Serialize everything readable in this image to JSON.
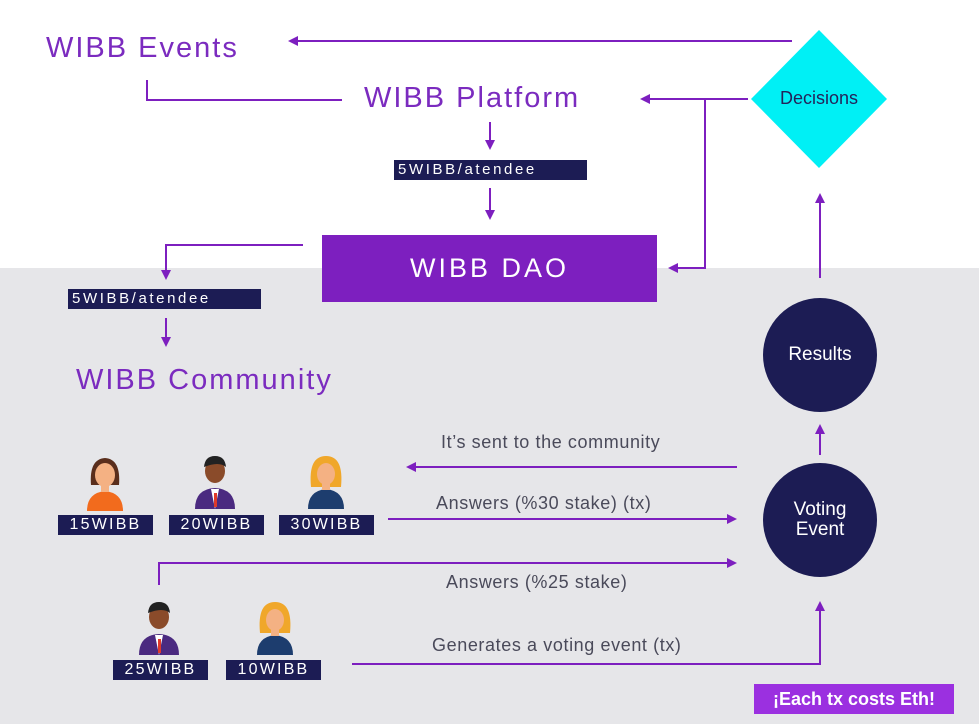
{
  "nodes": {
    "events": "WIBB Events",
    "platform": "WIBB Platform",
    "dao": "WIBB DAO",
    "community": "WIBB Community",
    "decisions": "Decisions",
    "results": "Results",
    "voting_event": "Voting Event"
  },
  "tags": {
    "platform_fee": "5WIBB/atendee",
    "community_fee": "5WIBB/atendee"
  },
  "edges": {
    "sent_to_community": "It’s sent to the community",
    "answers_30": "Answers (%30 stake) (tx)",
    "answers_25": "Answers (%25 stake)",
    "generates_event": "Generates a voting event (tx)"
  },
  "members": [
    {
      "coins": "15WIBB",
      "avatar": "woman-dark-hair-icon"
    },
    {
      "coins": "20WIBB",
      "avatar": "man-icon"
    },
    {
      "coins": "30WIBB",
      "avatar": "woman-blonde-icon"
    },
    {
      "coins": "25WIBB",
      "avatar": "man-icon"
    },
    {
      "coins": "10WIBB",
      "avatar": "woman-blonde-icon"
    }
  ],
  "note": "¡Each tx costs Eth!",
  "colors": {
    "purple": "#7d1fbf",
    "navy": "#1c1c54",
    "cyan": "#00f0f5",
    "gray_panel": "#e6e6e9"
  }
}
